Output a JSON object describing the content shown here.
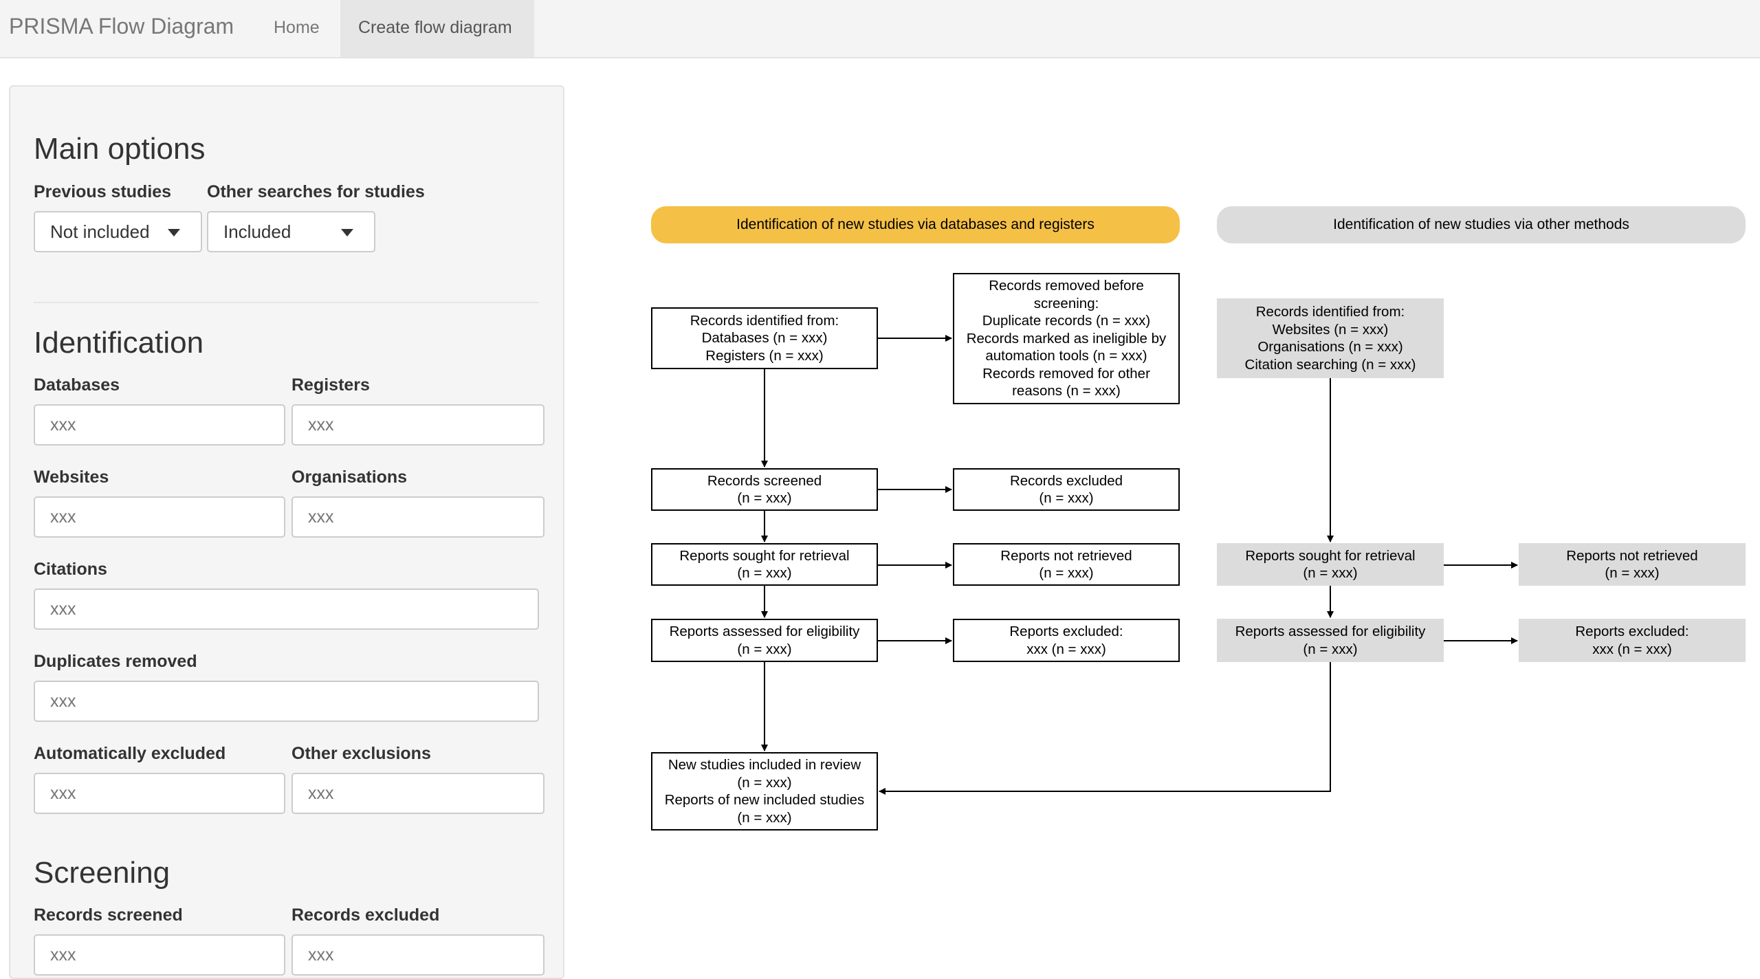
{
  "navbar": {
    "brand": "PRISMA Flow Diagram",
    "links": [
      "Home",
      "Create flow diagram"
    ],
    "active": "Create flow diagram"
  },
  "sidebar": {
    "main_options": {
      "heading": "Main options",
      "previous_studies": {
        "label": "Previous studies",
        "value": "Not included"
      },
      "other_searches": {
        "label": "Other searches for studies",
        "value": "Included"
      }
    },
    "identification": {
      "heading": "Identification",
      "fields": [
        {
          "label": "Databases",
          "placeholder": "xxx"
        },
        {
          "label": "Registers",
          "placeholder": "xxx"
        },
        {
          "label": "Websites",
          "placeholder": "xxx"
        },
        {
          "label": "Organisations",
          "placeholder": "xxx"
        },
        {
          "label": "Citations",
          "placeholder": "xxx"
        },
        {
          "label": "Duplicates removed",
          "placeholder": "xxx"
        },
        {
          "label": "Automatically excluded",
          "placeholder": "xxx"
        },
        {
          "label": "Other exclusions",
          "placeholder": "xxx"
        }
      ]
    },
    "screening": {
      "heading": "Screening",
      "fields": [
        {
          "label": "Records screened",
          "placeholder": "xxx"
        },
        {
          "label": "Records excluded",
          "placeholder": "xxx"
        }
      ]
    }
  },
  "diagram": {
    "colors": {
      "db_header": "#f5c046",
      "other_header": "#dcdcdc",
      "other_boxes": "#dcdcdc"
    },
    "db_header": "Identification of new studies via databases and registers",
    "other_header": "Identification of new studies via other methods",
    "boxes": {
      "identified": [
        "Records identified from:",
        "Databases (n = xxx)",
        "Registers (n = xxx)"
      ],
      "removed": [
        "Records removed before",
        "screening:",
        "Duplicate records (n = xxx)",
        "Records marked as ineligible by",
        "automation tools (n = xxx)",
        "Records removed for other",
        "reasons (n = xxx)"
      ],
      "other_identified": [
        "Records identified from:",
        "Websites (n = xxx)",
        "Organisations (n = xxx)",
        "Citation searching (n = xxx)"
      ],
      "screened": [
        "Records screened",
        "(n = xxx)"
      ],
      "excluded": [
        "Records excluded",
        "(n = xxx)"
      ],
      "sought": [
        "Reports sought for retrieval",
        "(n = xxx)"
      ],
      "not_retrieved": [
        "Reports not retrieved",
        "(n = xxx)"
      ],
      "other_sought": [
        "Reports sought for retrieval",
        "(n = xxx)"
      ],
      "other_not_retrieved": [
        "Reports not retrieved",
        "(n = xxx)"
      ],
      "assessed": [
        "Reports assessed for eligibility",
        "(n = xxx)"
      ],
      "reports_excluded": [
        "Reports excluded:",
        "xxx (n = xxx)"
      ],
      "other_assessed": [
        "Reports assessed for eligibility",
        "(n = xxx)"
      ],
      "other_reports_excluded": [
        "Reports excluded:",
        "xxx (n = xxx)"
      ],
      "included": [
        "New studies included in review",
        "(n = xxx)",
        "Reports of new included studies",
        "(n = xxx)"
      ]
    }
  }
}
